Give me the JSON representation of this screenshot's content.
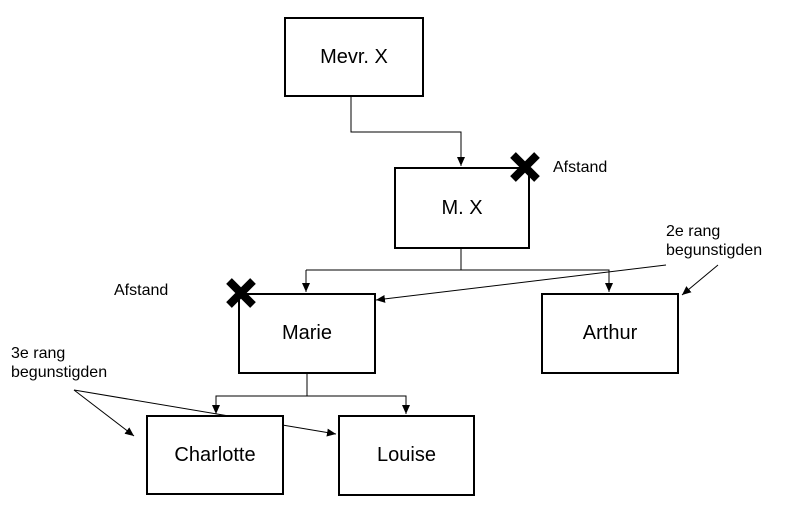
{
  "nodes": {
    "mevr_x": "Mevr. X",
    "m_x": "M. X",
    "marie": "Marie",
    "arthur": "Arthur",
    "charlotte": "Charlotte",
    "louise": "Louise"
  },
  "annotations": {
    "afstand_mx": "Afstand",
    "afstand_marie": "Afstand",
    "rank2_line1": "2e rang",
    "rank2_line2": "begunstigden",
    "rank3_line1": "3e rang",
    "rank3_line2": "begunstigden"
  },
  "colors": {
    "line": "#000000",
    "box_fill": "#ffffff"
  },
  "icons": {
    "renounce_marker": "cross-icon"
  }
}
